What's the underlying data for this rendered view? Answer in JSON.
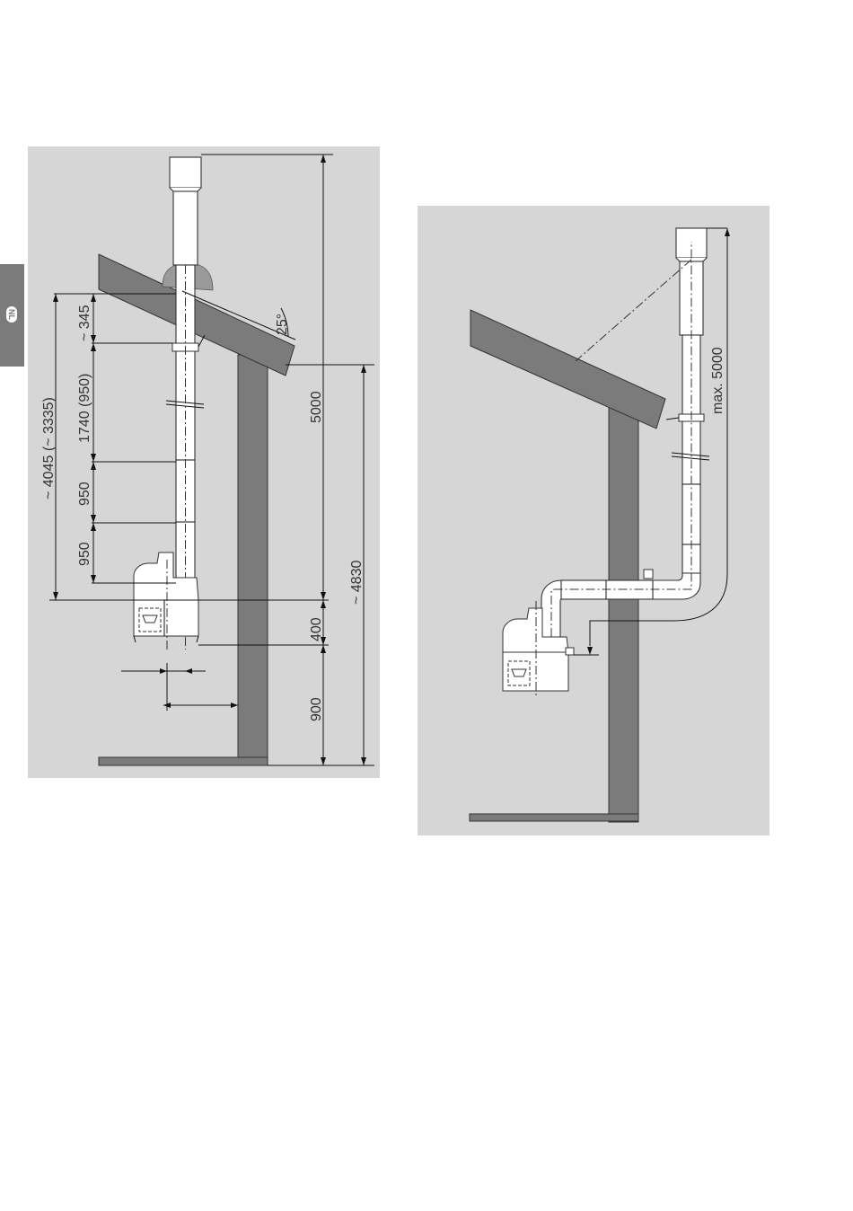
{
  "language_tab": {
    "label": "NL"
  },
  "colors": {
    "panel_background": "#d6d6d6",
    "roof_and_wall": "#7b7b7b",
    "pipe_fill": "#ffffff",
    "line": "#111111",
    "language_tab": "#7b7b7b"
  },
  "figure_left": {
    "roof_angle_label": "25°",
    "dimensions": {
      "overall_height": "5000",
      "roof_to_floor": "~ 4830",
      "pipe_length_total": "~ 4045 (~ 3335)",
      "top_segment": "~ 345",
      "upper_section": "1740 (950)",
      "middle_section": "950",
      "lower_section": "950",
      "stove_outlet_height": "400",
      "outlet_base_height": "900"
    }
  },
  "figure_right": {
    "max_height_label": "max. 5000"
  }
}
